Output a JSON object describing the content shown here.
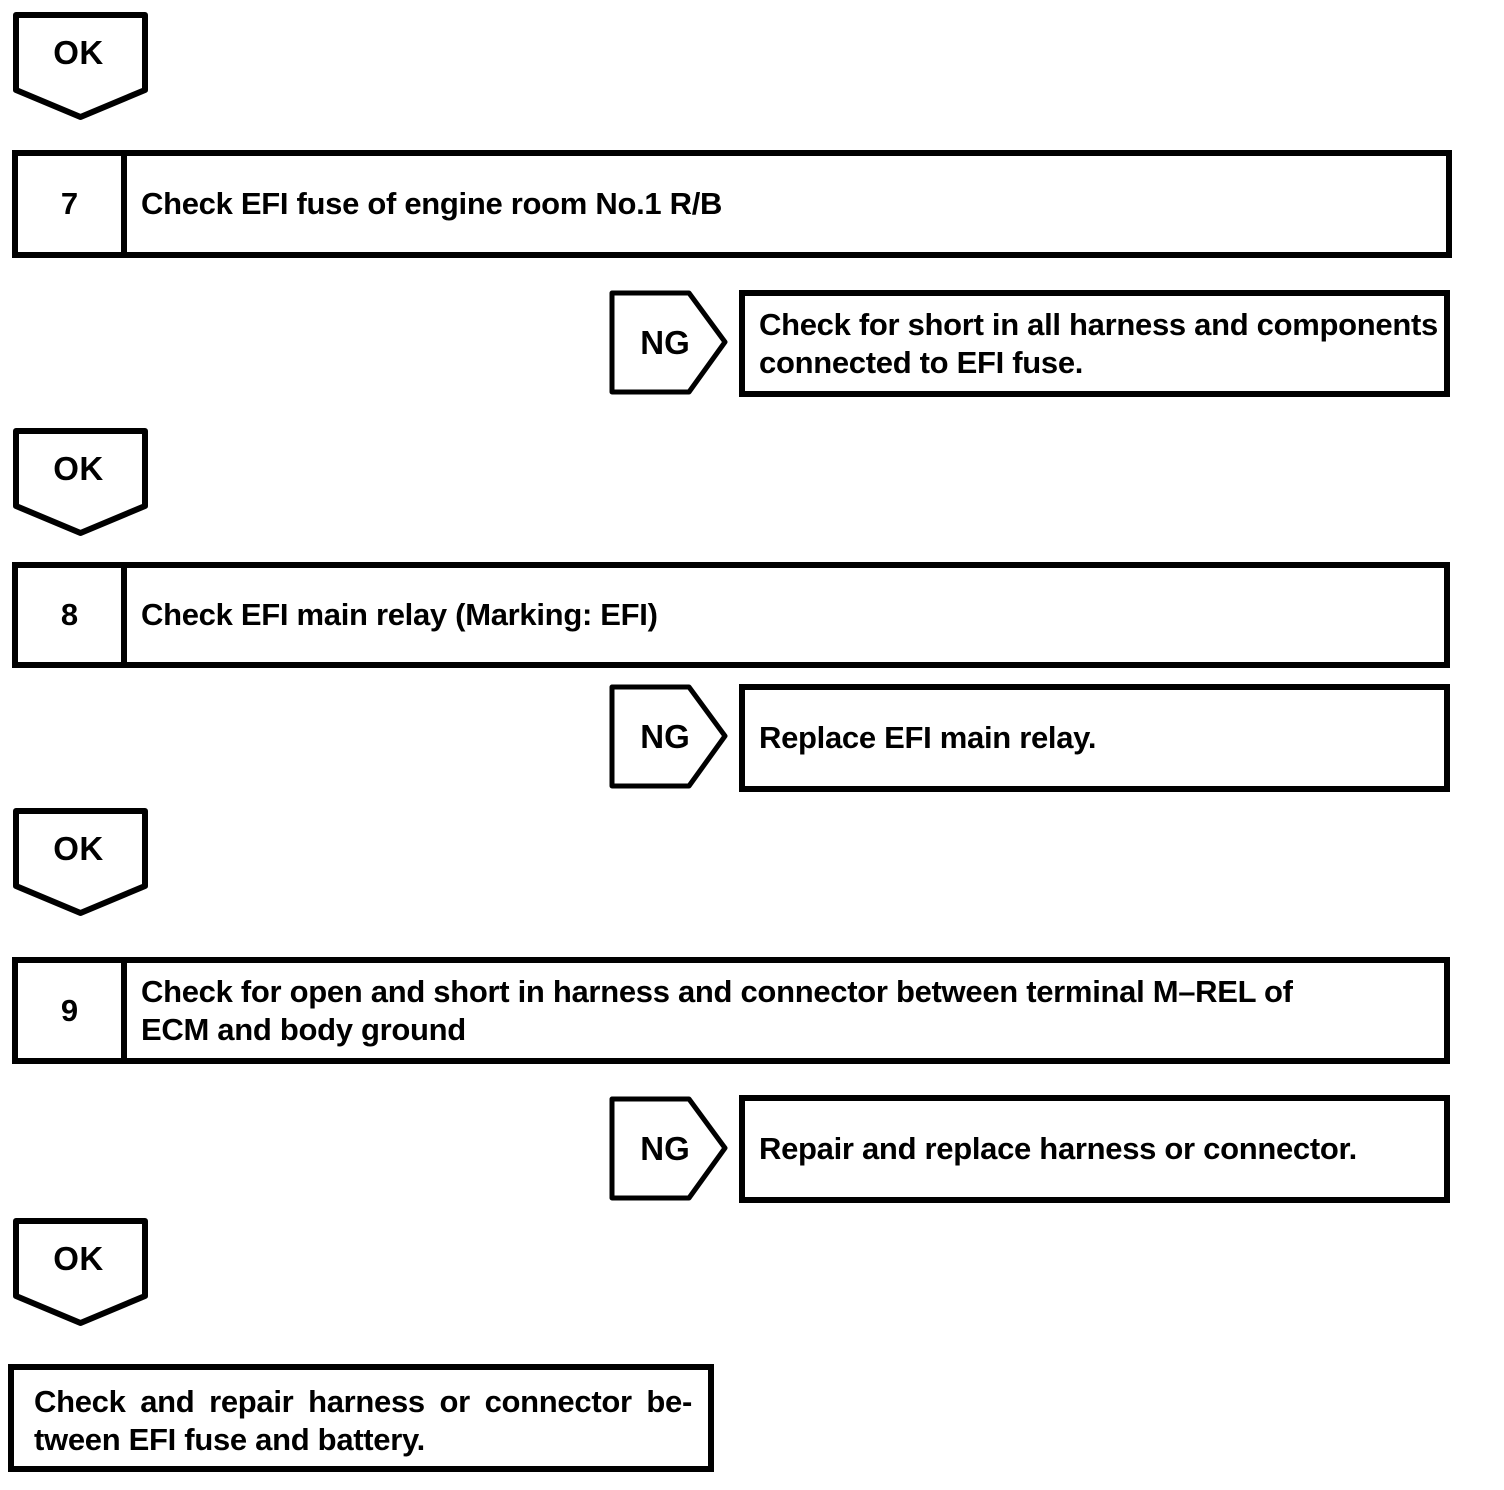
{
  "labels": {
    "ok": "OK",
    "ng": "NG"
  },
  "colors": {
    "ink": "#000000",
    "paper": "#ffffff"
  },
  "steps": [
    {
      "number": "7",
      "title": "Check EFI fuse of engine room No.1 R/B",
      "ng_action": "Check for short in all harness and components connected to EFI fuse."
    },
    {
      "number": "8",
      "title": "Check EFI main relay (Marking: EFI)",
      "ng_action": "Replace EFI main relay."
    },
    {
      "number": "9",
      "title": "Check for open and short in harness and connector between terminal M–REL of ECM and body ground",
      "ng_action": "Repair and replace harness or connector."
    }
  ],
  "final_action": {
    "lines": [
      "Check and repair harness or connector be-",
      "tween EFI fuse and battery."
    ],
    "full_text": "Check and repair harness or connector between EFI fuse and battery."
  }
}
